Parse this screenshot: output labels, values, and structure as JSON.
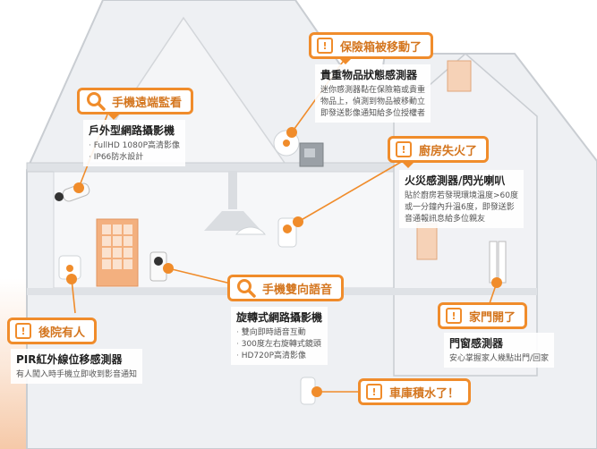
{
  "callouts": {
    "remote": {
      "title": "手機遠端監看"
    },
    "safe": {
      "title": "保險箱被移動了"
    },
    "kitchen": {
      "title": "廚房失火了"
    },
    "twoway": {
      "title": "手機雙向語音"
    },
    "backyard": {
      "title": "後院有人"
    },
    "door": {
      "title": "家門開了"
    },
    "garage": {
      "title": "車庫積水了！"
    }
  },
  "sensors": {
    "outdoor_cam": {
      "name": "戶外型網路攝影機",
      "features": [
        "FullHD 1080P高清影像",
        "IP66防水設計"
      ]
    },
    "vibration": {
      "name": "貴重物品狀態感測器",
      "desc": [
        "迷你感測器黏在保險箱或貴重",
        "物品上，偵測到物品被移動立",
        "即發送影像通知給多位授權者"
      ]
    },
    "smoke": {
      "name": "火災感測器/閃光喇叭",
      "desc": [
        "貼於廚房若發現環境溫度>60度",
        "或一分鐘內升溫6度，即發送影",
        "音通報訊息給多位親友"
      ]
    },
    "rotating_cam": {
      "name": "旋轉式網路攝影機",
      "features": [
        "雙向即時語音互動",
        "300度左右旋轉式鏡頭",
        "HD720P高清影像"
      ]
    },
    "pir": {
      "name": "PIR紅外線位移感測器",
      "desc": [
        "有人闖入時手機立即收到影音通知"
      ]
    },
    "door": {
      "name": "門窗感測器",
      "desc": [
        "安心掌握家人幾點出門/回家"
      ]
    }
  },
  "icons": {
    "alert": "alert-exclamation-icon",
    "search": "magnifier-icon"
  },
  "colors": {
    "accent": "#f08c2b",
    "house_line": "#c9cdd2",
    "house_fill": "#eef0f3",
    "door": "#f3b07f"
  }
}
